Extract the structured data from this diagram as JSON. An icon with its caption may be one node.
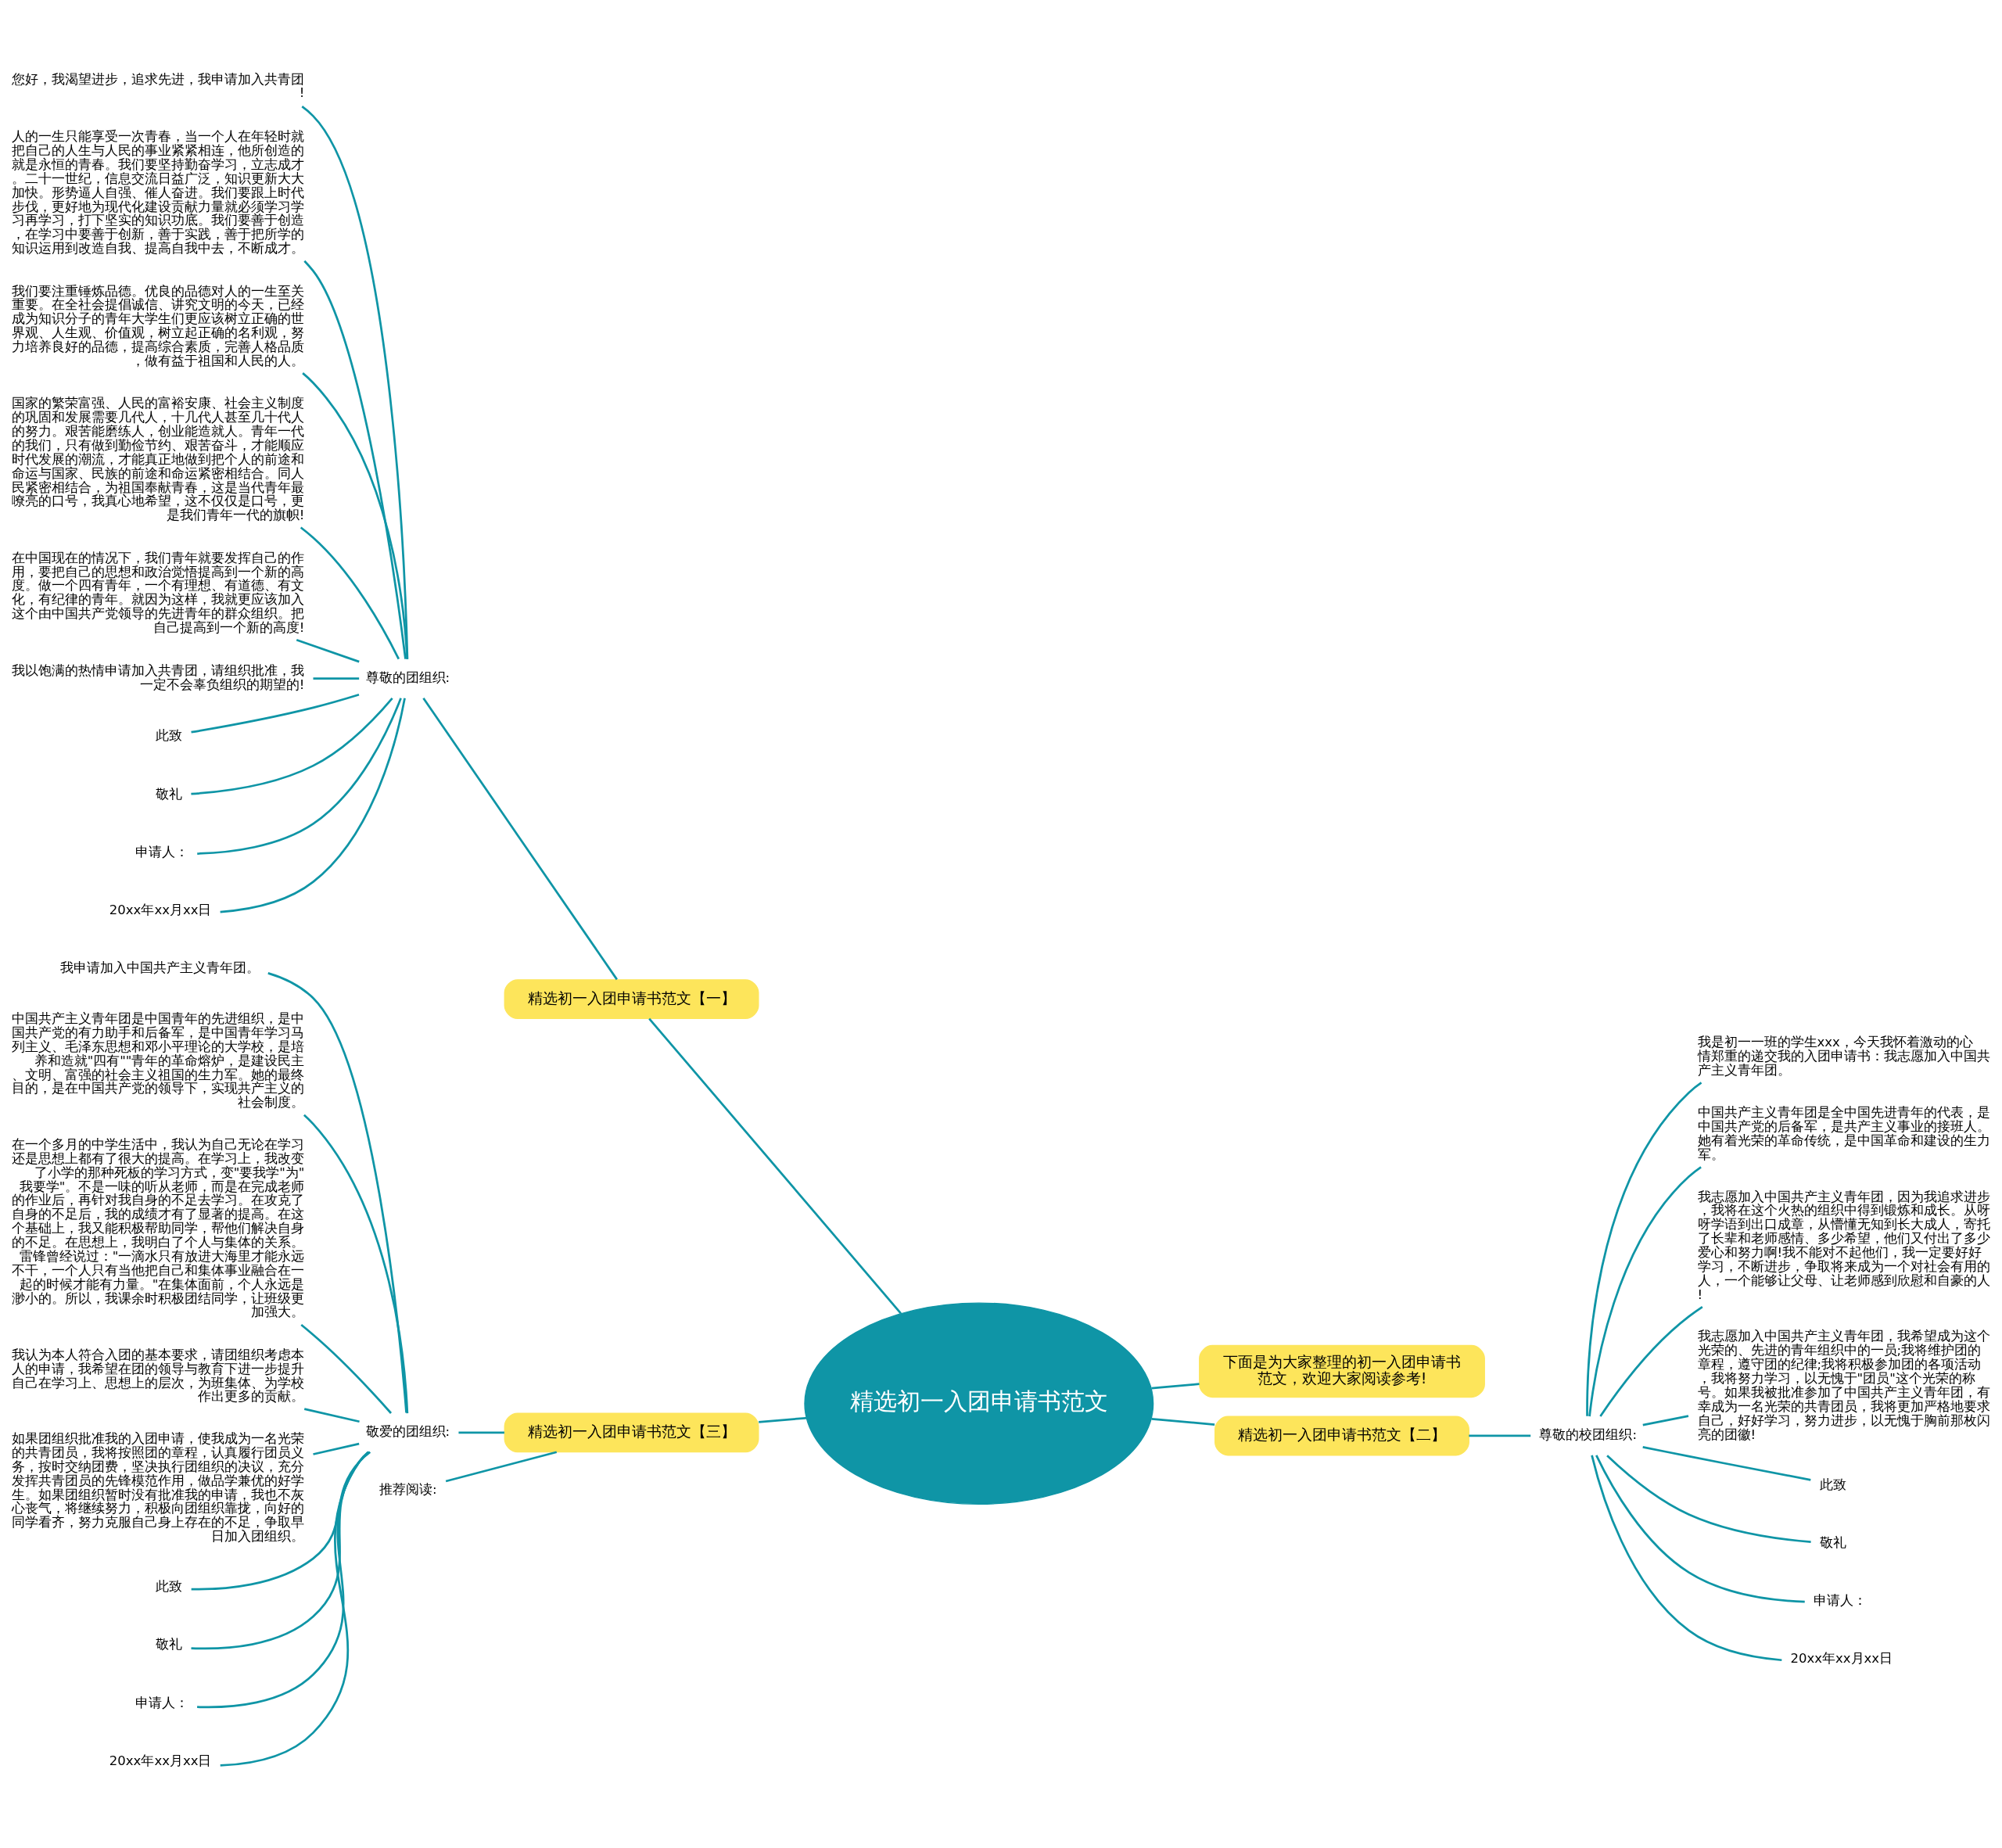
{
  "diagram": {
    "nodes": [
      {
        "text": [
          "精选初一入团申请书范文"
        ]
      },
      {
        "text": [
          "精选初一入团申请书范文【一】"
        ]
      },
      {
        "text": [
          "尊敬的团组织:"
        ]
      },
      {
        "text": [
          "您好，我渴望进步，追求先进，我申请加入共青团!"
        ]
      },
      {
        "text": [
          "人的一生只能享受一次青春，当一个人在年轻时就把自己的人生与人民的事业紧紧相连，他所创造的就是永恒的青春。我们要坚持勤奋学习，立志成才。二十一世纪，信息交流日益广泛，知识更新大大加快。形势逼人自强、催人奋进。我们要跟上时代步伐，更好地为现代化建设贡献力量就必须学习学习再学习，打下坚实的知识功底。我们要善于创造，在学习中要善于创新，善于实践，善于把所学的知识运用到改造自我、提高自我中去，不断成才。"
        ]
      },
      {
        "text": [
          "我们要注重锤炼品德。优良的品德对人的一生至关重要。在全社会提倡诚信、讲究文明的今天，已经成为知识分子的青年大学生们更应该树立正确的世界观、人生观、价值观，树立起正确的名利观，努力培养良好的品德，提高综合素质，完善人格品质，做有益于祖国和人民的人。"
        ]
      },
      {
        "text": [
          "国家的繁荣富强、人民的富裕安康、社会主义制度的巩固和发展需要几代人，十几代人甚至几十代人的努力。艰苦能磨练人，创业能造就人。青年一代的我们，只有做到勤俭节约、艰苦奋斗，才能顺应时代发展的潮流，才能真正地做到把个人的前途和命运与国家、民族的前途和命运紧密相结合。同人民紧密相结合，为祖国奉献青春，这是当代青年最嘹亮的口号，我真心地希望，这不仅仅是口号，更是我们青年一代的旗帜!"
        ]
      },
      {
        "text": [
          "在中国现在的情况下，我们青年就要发挥自己的作用，要把自己的思想和政治觉悟提高到一个新的高度。做一个四有青年，一个有理想、有道德、有文化，有纪律的青年。就因为这样，我就更应该加入这个由中国共产党领导的先进青年的群众组织。把自己提高到一个新的高度!"
        ]
      },
      {
        "text": [
          "我以饱满的热情申请加入共青团，请组织批准，我一定不会辜负组织的期望的!"
        ]
      },
      {
        "text": [
          "此致"
        ]
      },
      {
        "text": [
          "敬礼"
        ]
      },
      {
        "text": [
          "申请人："
        ]
      },
      {
        "text": [
          "20xx年xx月xx日"
        ]
      },
      {
        "text": [
          "精选初一入团申请书范文【三】"
        ]
      },
      {
        "text": [
          "敬爱的团组织:"
        ]
      },
      {
        "text": [
          "我申请加入中国共产主义青年团。"
        ]
      },
      {
        "text": [
          "中国共产主义青年团是中国青年的先进组织，是中国共产党的有力助手和后备军，是中国青年学习马列主义、毛泽东思想和邓小平理论的大学校，是培养和造就\"四有\"\"青年的革命熔炉，是建设民主、文明、富强的社会主义祖国的生力军。她的最终目的，是在中国共产党的领导下，实现共产主义的社会制度。"
        ]
      },
      {
        "text": [
          "在一个多月的中学生活中，我认为自己无论在学习还是思想上都有了很大的提高。在学习上，我改变了小学的那种死板的学习方式，变\"要我学\"为\"我要学\"。不是一味的听从老师，而是在完成老师的作业后，再针对我自身的不足去学习。在攻克了自身的不足后，我的成绩才有了显著的提高。在这个基础上，我又能积极帮助同学，帮他们解决自身的不足。在思想上，我明白了个人与集体的关系。雷锋曾经说过：\"一滴水只有放进大海里才能永远不干，一个人只有当他把自己和集体事业融合在一起的时候才能有力量。\"在集体面前，个人永远是渺小的。所以，我课余时积极团结同学，让班级更加强大。"
        ]
      },
      {
        "text": [
          "我认为本人符合入团的基本要求，请团组织考虑本人的申请，我希望在团的领导与教育下进一步提升自己在学习上、思想上的层次，为班集体、为学校作出更多的贡献。"
        ]
      },
      {
        "text": [
          "如果团组织批准我的入团申请，使我成为一名光荣的共青团员，我将按照团的章程，认真履行团员义务，按时交纳团费，坚决执行团组织的决议，充分发挥共青团员的先锋模范作用，做品学兼优的好学生。如果团组织暂时没有批准我的申请，我也不灰心丧气，将继续努力，积极向团组织靠拢，向好的同学看齐，努力克服自己身上存在的不足，争取早日加入团组织。"
        ]
      },
      {
        "text": [
          "此致"
        ]
      },
      {
        "text": [
          "敬礼"
        ]
      },
      {
        "text": [
          "申请人："
        ]
      },
      {
        "text": [
          "20xx年xx月xx日"
        ]
      },
      {
        "text": [
          "推荐阅读:"
        ]
      },
      {
        "text": [
          "下面是为大家整理的初一入团申请书范文，欢迎大家阅读参考!"
        ]
      },
      {
        "text": [
          "精选初一入团申请书范文【二】"
        ]
      },
      {
        "text": [
          "尊敬的校团组织:"
        ]
      },
      {
        "text": [
          "我是初一一班的学生xxx，今天我怀着激动的心情郑重的递交我的入团申请书：我志愿加入中国共产主义青年团。"
        ]
      },
      {
        "text": [
          "中国共产主义青年团是全中国先进青年的代表，是中国共产党的后备军，是共产主义事业的接班人。她有着光荣的革命传统，是中国革命和建设的生力军。"
        ]
      },
      {
        "text": [
          "我志愿加入中国共产主义青年团，因为我追求进步，我将在这个火热的组织中得到锻炼和成长。从呀呀学语到出口成章，从懵懂无知到长大成人，寄托了长辈和老师感情、多少希望，他们又付出了多少爱心和努力啊!我不能对不起他们，我一定要好好学习，不断进步，争取将来成为一个对社会有用的人，一个能够让父母、让老师感到欣慰和自豪的人!"
        ]
      },
      {
        "text": [
          "我志愿加入中国共产主义青年团，我希望成为这个光荣的、先进的青年组织中的一员;我将维护团的章程，遵守团的纪律;我将积极参加团的各项活动，我将努力学习，以无愧于\"团员\"这个光荣的称号。如果我被批准参加了中国共产主义青年团，有幸成为一名光荣的共青团员，我将更加严格地要求自己，好好学习，努力进步，以无愧于胸前那枚闪亮的团徽!"
        ]
      },
      {
        "text": [
          "此致"
        ]
      },
      {
        "text": [
          "敬礼"
        ]
      },
      {
        "text": [
          "申请人："
        ]
      },
      {
        "text": [
          "20xx年xx月xx日"
        ]
      }
    ],
    "edges": [
      {
        "from": 0,
        "to": 1,
        "arrow": "none"
      },
      {
        "from": 1,
        "to": 2,
        "arrow": "none"
      },
      {
        "from": 2,
        "to": 3,
        "arrow": "none"
      },
      {
        "from": 2,
        "to": 4,
        "arrow": "none"
      },
      {
        "from": 2,
        "to": 5,
        "arrow": "none"
      },
      {
        "from": 2,
        "to": 6,
        "arrow": "none"
      },
      {
        "from": 2,
        "to": 7,
        "arrow": "none"
      },
      {
        "from": 2,
        "to": 8,
        "arrow": "none"
      },
      {
        "from": 2,
        "to": 9,
        "arrow": "none"
      },
      {
        "from": 2,
        "to": 10,
        "arrow": "none"
      },
      {
        "from": 2,
        "to": 11,
        "arrow": "none"
      },
      {
        "from": 2,
        "to": 12,
        "arrow": "none"
      },
      {
        "from": 0,
        "to": 13,
        "arrow": "none"
      },
      {
        "from": 13,
        "to": 14,
        "arrow": "none"
      },
      {
        "from": 14,
        "to": 15,
        "arrow": "none"
      },
      {
        "from": 14,
        "to": 16,
        "arrow": "none"
      },
      {
        "from": 14,
        "to": 17,
        "arrow": "none"
      },
      {
        "from": 14,
        "to": 18,
        "arrow": "none"
      },
      {
        "from": 14,
        "to": 19,
        "arrow": "none"
      },
      {
        "from": 14,
        "to": 20,
        "arrow": "none"
      },
      {
        "from": 14,
        "to": 21,
        "arrow": "none"
      },
      {
        "from": 14,
        "to": 22,
        "arrow": "none"
      },
      {
        "from": 14,
        "to": 23,
        "arrow": "none"
      },
      {
        "from": 13,
        "to": 24,
        "arrow": "none"
      },
      {
        "from": 0,
        "to": 25,
        "arrow": "none"
      },
      {
        "from": 0,
        "to": 26,
        "arrow": "none"
      },
      {
        "from": 26,
        "to": 27,
        "arrow": "none"
      },
      {
        "from": 27,
        "to": 28,
        "arrow": "none"
      },
      {
        "from": 27,
        "to": 29,
        "arrow": "none"
      },
      {
        "from": 27,
        "to": 30,
        "arrow": "none"
      },
      {
        "from": 27,
        "to": 31,
        "arrow": "none"
      },
      {
        "from": 27,
        "to": 32,
        "arrow": "none"
      },
      {
        "from": 27,
        "to": 33,
        "arrow": "none"
      },
      {
        "from": 27,
        "to": 34,
        "arrow": "none"
      },
      {
        "from": 27,
        "to": 35,
        "arrow": "none"
      }
    ]
  }
}
